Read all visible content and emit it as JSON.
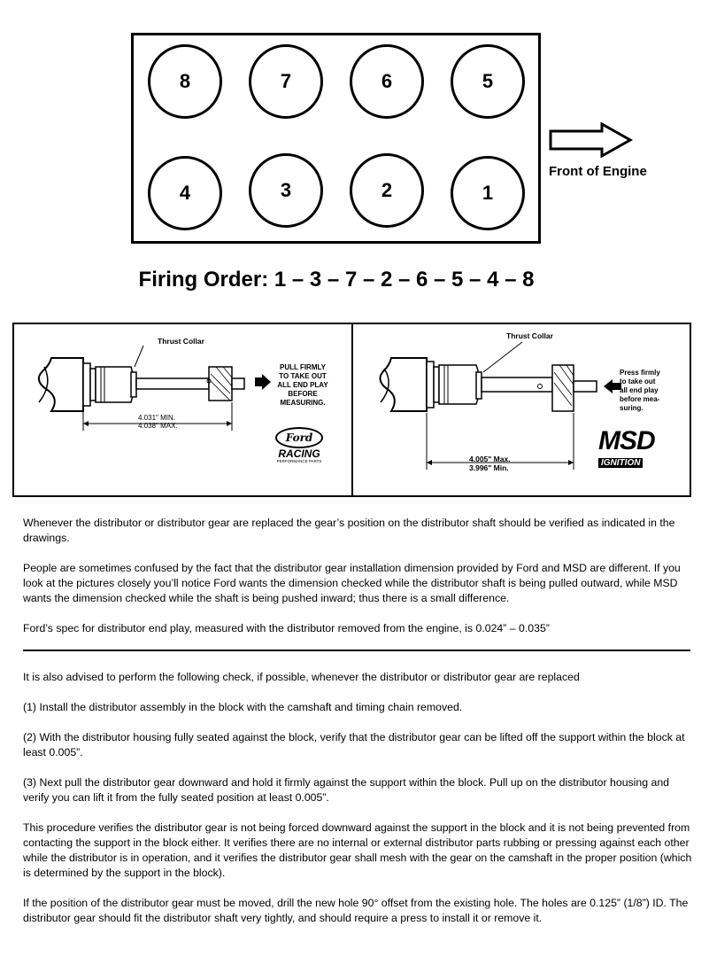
{
  "cylinders": {
    "top_row": [
      "8",
      "7",
      "6",
      "5"
    ],
    "bottom_row": [
      "4",
      "3",
      "2",
      "1"
    ]
  },
  "front_of_engine": "Front of Engine",
  "firing_order": "Firing Order: 1 – 3 – 7 – 2 – 6 – 5 – 4 – 8",
  "ford_panel": {
    "thrust_collar": "Thrust Collar",
    "instruction_lines": [
      "PULL FIRMLY",
      "TO TAKE OUT",
      "ALL END PLAY",
      "BEFORE",
      "MEASURING."
    ],
    "dim_min": "4.031\" MIN.",
    "dim_max": "4.038\" MAX.",
    "logo_text": "Ford",
    "logo_sub": "RACING",
    "logo_tag": "PERFORMANCE PARTS"
  },
  "msd_panel": {
    "thrust_collar": "Thrust Collar",
    "instruction_lines": [
      "Press firmly",
      "to take out",
      "all end play",
      "before mea-",
      "suring."
    ],
    "dim_max": "4.005\" Max.",
    "dim_min": "3.996\" Min.",
    "logo_text": "MSD",
    "logo_sub": "IGNITION"
  },
  "paragraphs_top": [
    "Whenever the distributor or distributor gear are replaced the gear’s position on the distributor shaft should be verified as indicated in the drawings.",
    "People are sometimes confused by the fact that the distributor gear installation dimension provided by Ford and MSD are different. If you look at the pictures closely you’ll notice Ford wants the dimension checked while the distributor shaft is being pulled outward, while MSD wants the dimension checked while the shaft is being pushed inward; thus there is a small difference.",
    "Ford’s spec for distributor end play, measured with the distributor removed from the engine, is 0.024” – 0.035”"
  ],
  "paragraphs_bottom": [
    "It is also advised to perform the following check, if possible, whenever the distributor or distributor gear are replaced",
    "(1) Install the distributor assembly in the block with the camshaft and timing chain removed.",
    "(2) With the distributor housing fully seated against the block, verify that the distributor gear can be lifted off the support within the block at least 0.005”.",
    "(3) Next pull the distributor gear downward and hold it firmly against the support within the block. Pull up on the distributor housing and verify you can lift it from the fully seated position at least 0.005”.",
    "This procedure verifies the distributor gear is not being forced downward against the support in the block and it is not being prevented from contacting the support in the block either. It verifies there are no internal or external distributor parts rubbing or pressing against each other while the distributor is in operation, and it verifies the distributor gear shall mesh with the gear on the camshaft in the proper position (which is determined by the support in the block).",
    "If the position of the distributor gear must be moved, drill the new hole 90° offset from the existing hole. The holes are 0.125” (1/8”) ID. The distributor gear should fit the distributor shaft very tightly, and should require a press to install it or remove it."
  ]
}
